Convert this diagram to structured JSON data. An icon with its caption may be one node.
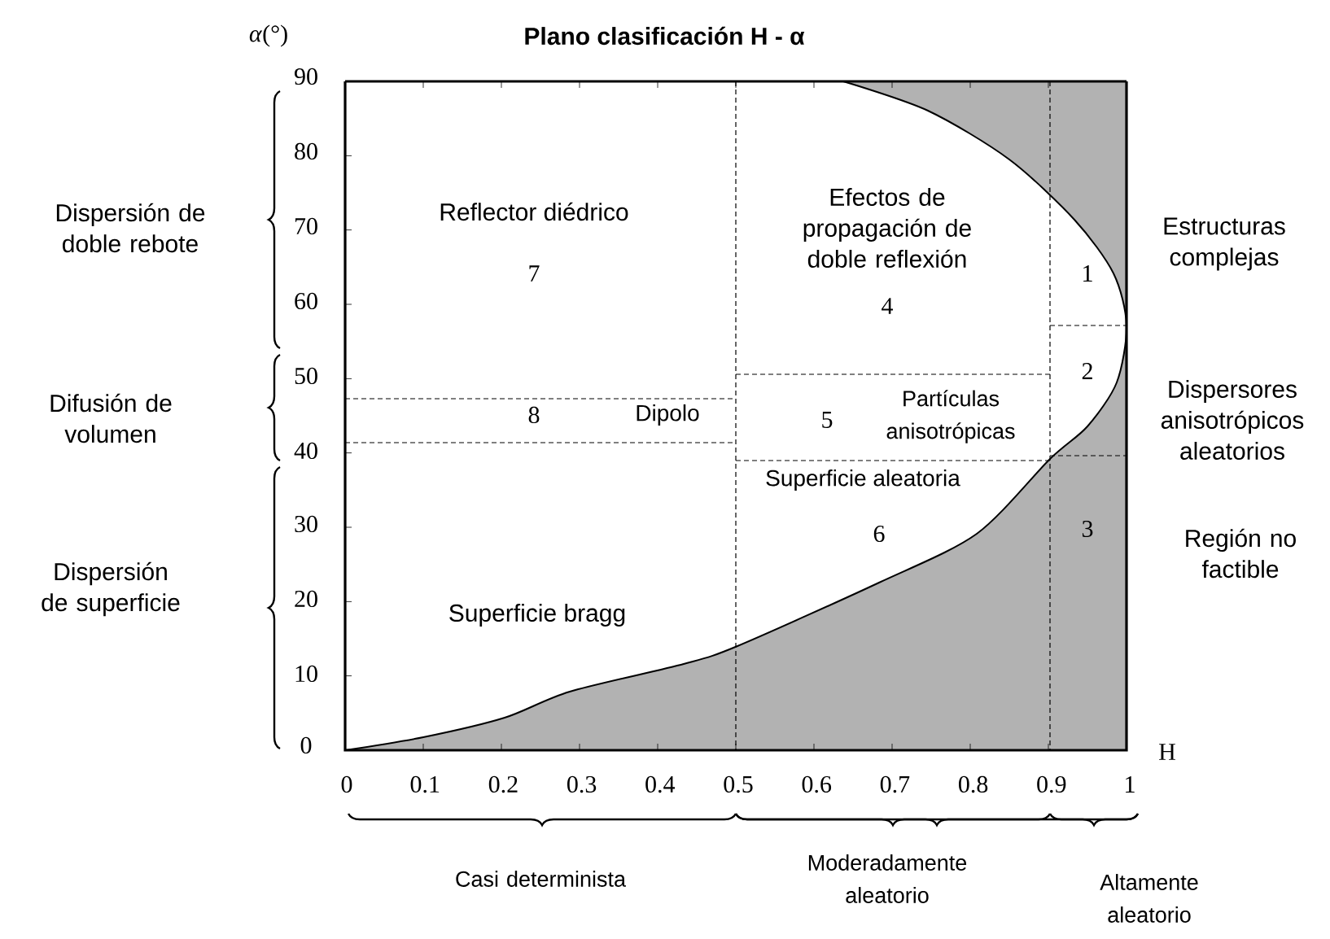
{
  "diagram": {
    "title": "Plano clasificación H - α",
    "labels": [
      "*α*(°)",
      "90",
      "80",
      "70",
      "60",
      "50",
      "40",
      "30",
      "20",
      "10",
      "0",
      "Dispersión de doble rebote",
      "Reflector diédrico",
      "Efectos de propagación de doble reflexión",
      "Estructuras complejas",
      "7",
      "1",
      "4",
      "Difusión de volumen",
      "8",
      "Dipolo",
      "5",
      "Partículas anisotrópicas",
      "2",
      "Dispersores anisotrópicos aleatorios",
      "Superficie aleatoria",
      "6",
      "3",
      "Región no factible",
      "Dispersión de superficie",
      "Superficie bragg",
      "H",
      "0",
      "0.1",
      "0.2",
      "0.3",
      "0.4",
      "0.5",
      "0.6",
      "0.7",
      "0.8",
      "0.9",
      "1",
      "Casi determinista",
      "Moderadamente aleatorio",
      "Altamente aleatorio"
    ]
  }
}
